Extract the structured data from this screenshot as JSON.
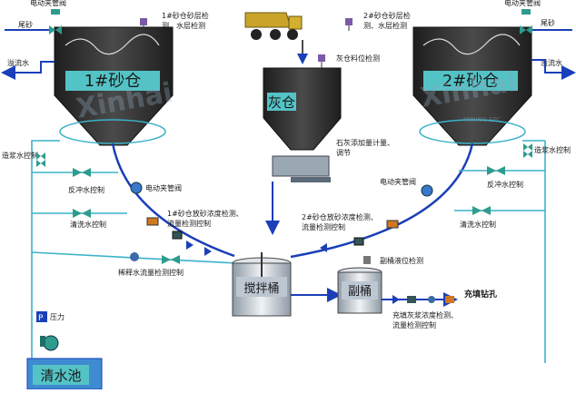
{
  "colors": {
    "pipe_blue": "#1a3fb8",
    "pipe_cyan": "#3ab3c8",
    "tank_fill": "#3a3a3a",
    "bin_highlight": "#54c3c6",
    "valve_green": "#2e9b8f",
    "arrow_red": "#d11"
  },
  "icons": {
    "dump_truck": "truck-icon",
    "valve": "butterfly-valve-icon",
    "motor_valve": "motor-valve-icon",
    "flowmeter": "flowmeter-icon",
    "sensor": "sensor-icon",
    "pump": "pump-icon"
  },
  "labels": {
    "bin1_name": "1#砂仓",
    "bin2_name": "2#砂仓",
    "lime_bin_name": "灰仓",
    "mixer_name": "搅拌桶",
    "aux_tank_name": "副桶",
    "water_pool_name": "清水池",
    "motor_valve_tl": "电动夹管阀",
    "motor_valve_tr": "电动夹管阀",
    "tailings_left": "尾砂",
    "tailings_right": "尾砂",
    "overflow_left": "溢流水",
    "overflow_right": "溢流水",
    "bin1_level_line1": "1#砂仓砂层检",
    "bin1_level_line2": "测、水层检测",
    "bin2_level_line1": "2#砂仓砂层检",
    "bin2_level_line2": "测、水层检测",
    "lime_level": "灰仓料位检测",
    "lime_dosing_line1": "石灰添加量计量、",
    "lime_dosing_line2": "调节",
    "slurry_ctrl_left": "造浆水控制",
    "slurry_ctrl_right": "造浆水控制",
    "backflush_left": "反冲水控制",
    "backflush_right": "反冲水控制",
    "clean_left": "清洗水控制",
    "clean_right": "清洗水控制",
    "motor_valve_mid_left": "电动夹管阀",
    "motor_valve_mid_right": "电动夹管阀",
    "bin1_discharge_line1": "1#砂仓放砂浓度检测、",
    "bin1_discharge_line2": "流量检测控制",
    "bin2_discharge_line1": "2#砂仓放砂浓度检测、",
    "bin2_discharge_line2": "流量检测控制",
    "dilution_flow": "稀释水流量检测控制",
    "aux_level": "副桶液位检测",
    "fill_hole": "充填钻孔",
    "fill_slurry_line1": "充填灰浆浓度检测、",
    "fill_slurry_line2": "流量检测控制",
    "pressure": "压力",
    "pressure_gauge": "P",
    "watermark_left": "Xinhai",
    "watermark_right": "Xinhai",
    "watermark_tag": "MINING EPC"
  }
}
